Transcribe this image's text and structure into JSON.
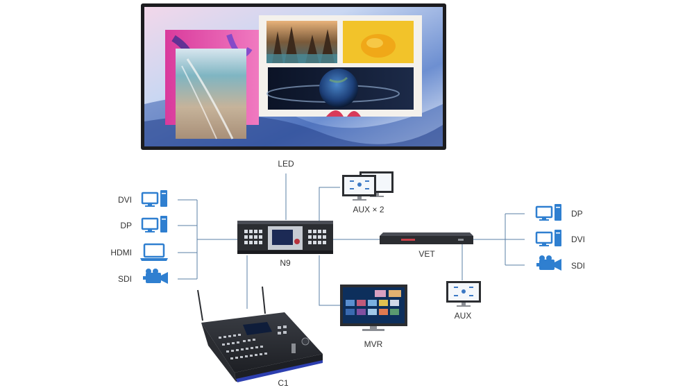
{
  "colors": {
    "line": "#5a7fa6",
    "icon": "#2f7fd0",
    "label": "#333333",
    "device_dark": "#2b2d31",
    "console_accent": "#2d3fb0"
  },
  "labels": {
    "led": "LED",
    "aux2": "AUX × 2",
    "n9": "N9",
    "vet": "VET",
    "aux": "AUX",
    "mvr": "MVR",
    "c1": "C1"
  },
  "inputs": [
    {
      "label": "DVI",
      "icon": "desktop-computer-icon"
    },
    {
      "label": "DP",
      "icon": "desktop-computer-icon"
    },
    {
      "label": "HDMI",
      "icon": "laptop-icon"
    },
    {
      "label": "SDI",
      "icon": "video-camera-icon"
    }
  ],
  "outputs": [
    {
      "label": "DP",
      "icon": "desktop-computer-icon"
    },
    {
      "label": "DVI",
      "icon": "desktop-computer-icon"
    },
    {
      "label": "SDI",
      "icon": "video-camera-icon"
    }
  ]
}
